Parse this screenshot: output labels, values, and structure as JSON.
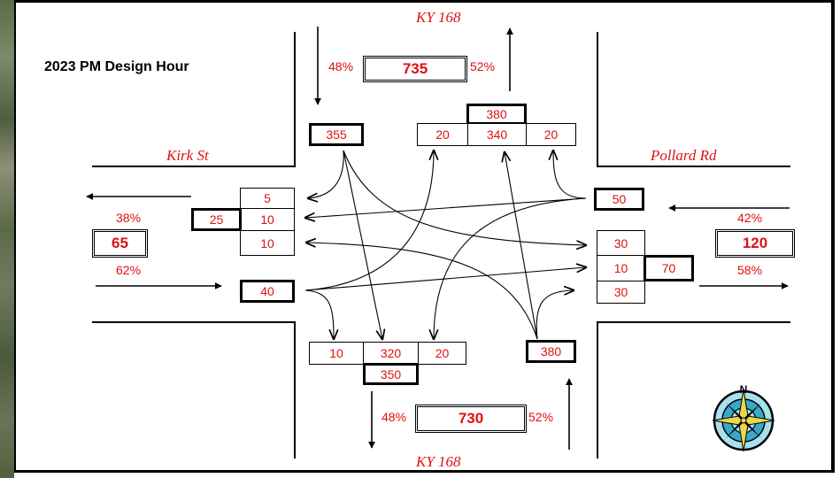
{
  "title": "2023 PM Design Hour",
  "streets": {
    "north": "KY 168",
    "south": "KY 168",
    "west": "Kirk St",
    "east": "Pollard Rd"
  },
  "north": {
    "total": "735",
    "split_in": "48%",
    "split_out": "52%",
    "approach": "355",
    "exit": "380",
    "exit_parts": [
      "20",
      "340",
      "20"
    ]
  },
  "south": {
    "total": "730",
    "split_in": "48%",
    "split_out": "52%",
    "approach": "380",
    "exit": "350",
    "exit_parts": [
      "10",
      "320",
      "20"
    ]
  },
  "west": {
    "total": "65",
    "split_out": "38%",
    "split_in": "62%",
    "approach": "40",
    "exit": "25",
    "exit_parts": [
      "5",
      "10",
      "10"
    ]
  },
  "east": {
    "total": "120",
    "split_in": "42%",
    "split_out": "58%",
    "approach": "50",
    "exit": "70",
    "exit_parts": [
      "30",
      "10",
      "30"
    ]
  },
  "colors": {
    "text": "#e01010",
    "line": "#000000"
  },
  "icons": [
    "north-arrow-compass-icon"
  ]
}
